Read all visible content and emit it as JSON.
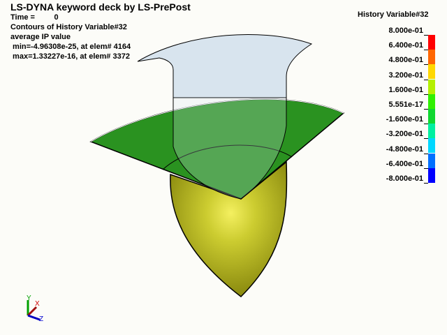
{
  "header": {
    "title": "LS-DYNA keyword deck by LS-PrePost",
    "time_label": "Time =         0",
    "contour_label": "Contours of History Variable#32",
    "value_type": "average IP value",
    "min_text": " min=-4.96308e-25, at elem# 4164",
    "max_text": " max=1.33227e-16, at elem# 3372"
  },
  "legend": {
    "title": "History Variable#32",
    "labels": [
      "8.000e-01",
      "6.400e-01",
      "4.800e-01",
      "3.200e-01",
      "1.600e-01",
      "5.551e-17",
      "-1.600e-01",
      "-3.200e-01",
      "-4.800e-01",
      "-6.400e-01",
      "-8.000e-01"
    ],
    "colors": [
      "#ff0000",
      "#ff6600",
      "#ffd800",
      "#b4f000",
      "#30f000",
      "#10d830",
      "#00f0a0",
      "#00d8ff",
      "#0070ff",
      "#0000ff"
    ]
  },
  "triad": {
    "x": "X",
    "y": "Y",
    "z": "Z"
  },
  "colors": {
    "blank": "#2a9220",
    "die": "#a8a818",
    "punch": "#d8e4ee"
  }
}
